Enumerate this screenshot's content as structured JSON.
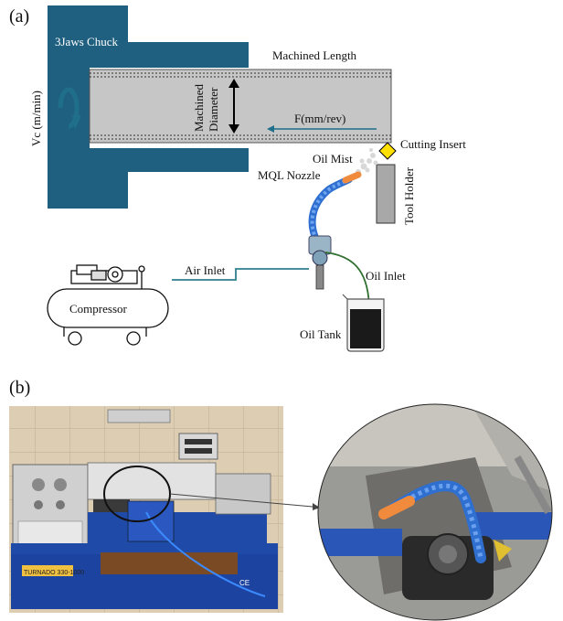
{
  "panel_a": {
    "tag": "(a)",
    "chuck_label": "3Jaws Chuck",
    "machined_length": "Machined Length",
    "machined_diameter_line1": "Machined",
    "machined_diameter_line2": "Diameter",
    "cutting_speed": "Vc (m/min)",
    "feed": "F(mm/rev)",
    "oil_mist": "Oil Mist",
    "cutting_insert": "Cutting Insert",
    "mql_nozzle": "MQL Nozzle",
    "tool_holder": "Tool Holder",
    "air_inlet": "Air Inlet",
    "oil_inlet": "Oil Inlet",
    "compressor": "Compressor",
    "oil_tank": "Oil Tank"
  },
  "panel_b": {
    "tag": "(b)",
    "lathe_model": "TURNADO 330-1000",
    "ce_mark": "CE"
  },
  "colors": {
    "chuck": "#1f5f7f",
    "workpiece": "#c6c6c6",
    "tool_holder": "#a8a8a8",
    "insert": "#ffe000",
    "air_line": "#2f7f8f",
    "oil_line": "#2f6f2f",
    "hose": "#2f6fd0",
    "nozzle_tip": "#f08a3c",
    "tank_liquid": "#1a1a1a",
    "lathe_body": "#1f4aa8",
    "wall_tiles": "#d9c9ae"
  }
}
